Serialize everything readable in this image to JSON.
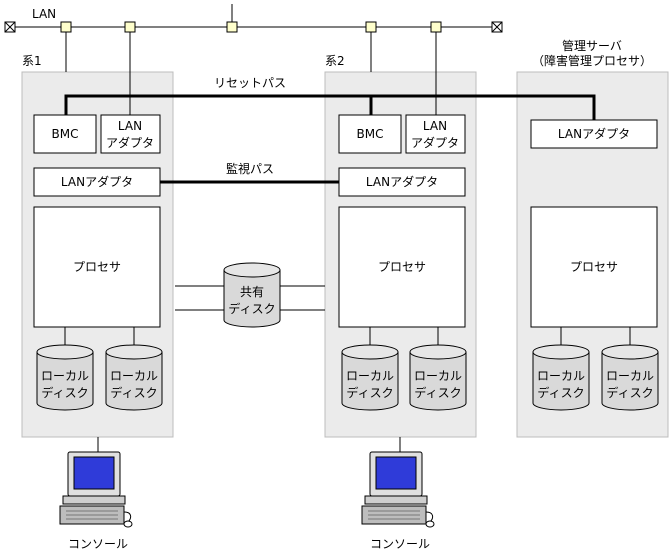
{
  "lan_label": "LAN",
  "reset_path_label": "リセットパス",
  "monitor_path_label": "監視パス",
  "shared_disk": {
    "line1": "共有",
    "line2": "ディスク"
  },
  "systems": [
    {
      "title": "系1",
      "bmc": "BMC",
      "lan_small": [
        "LAN",
        "アダプタ"
      ],
      "lan_adapter": "LANアダプタ",
      "processor": "プロセサ",
      "disks": [
        [
          "ローカル",
          "ディスク"
        ],
        [
          "ローカル",
          "ディスク"
        ]
      ],
      "console": "コンソール"
    },
    {
      "title": "系2",
      "bmc": "BMC",
      "lan_small": [
        "LAN",
        "アダプタ"
      ],
      "lan_adapter": "LANアダプタ",
      "processor": "プロセサ",
      "disks": [
        [
          "ローカル",
          "ディスク"
        ],
        [
          "ローカル",
          "ディスク"
        ]
      ],
      "console": "コンソール"
    }
  ],
  "mgmt_server": {
    "title1": "管理サーバ",
    "title2": "（障害管理プロセサ）",
    "lan_adapter": "LANアダプタ",
    "processor": "プロセサ",
    "disks": [
      [
        "ローカル",
        "ディスク"
      ],
      [
        "ローカル",
        "ディスク"
      ]
    ]
  }
}
